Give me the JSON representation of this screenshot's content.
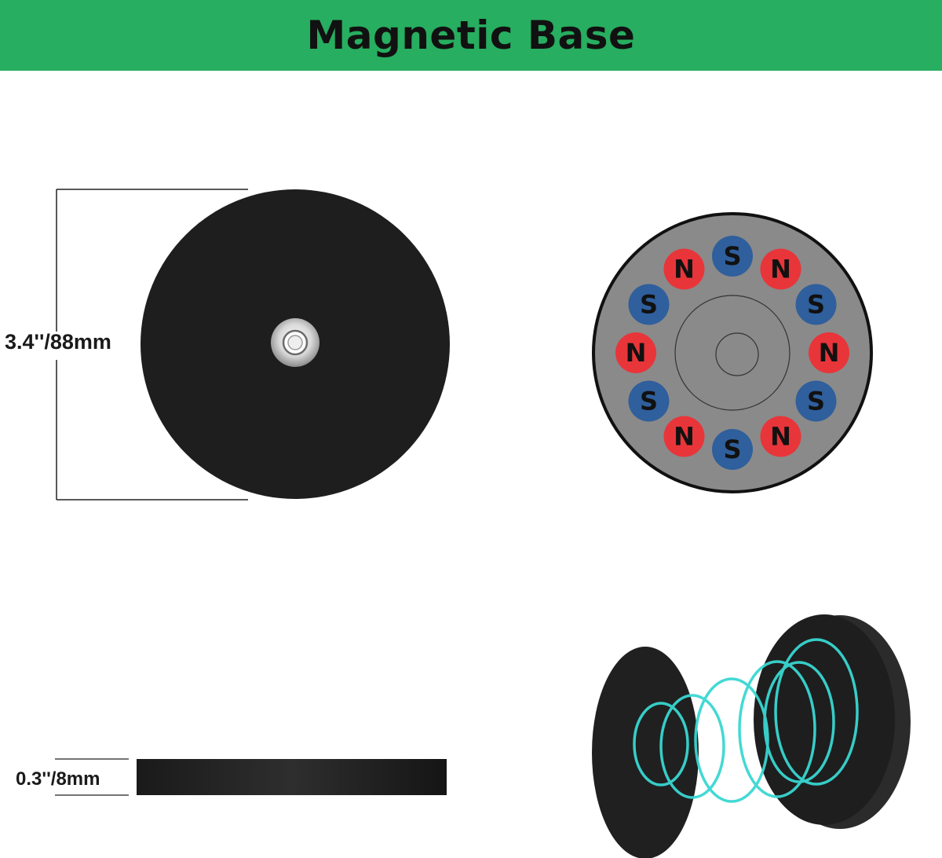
{
  "header": {
    "title": "Magnetic Base"
  },
  "dimensions": {
    "diameter": "3.4''/88mm",
    "thickness": "0.3''/8mm"
  },
  "poles": {
    "north_label": "N",
    "south_label": "S",
    "sequence": [
      "S",
      "N",
      "S",
      "N",
      "S",
      "N",
      "S",
      "N",
      "S",
      "N",
      "S",
      "N"
    ]
  },
  "colors": {
    "banner": "#27ae60",
    "magnet_body": "#1e1e1e",
    "base_face": "#8a8a8a",
    "north": "#e8353a",
    "south": "#2f5f9c",
    "field_lines": "#39d7d2"
  }
}
